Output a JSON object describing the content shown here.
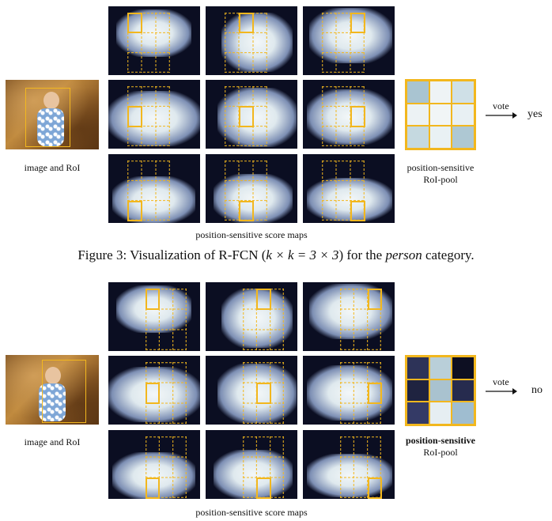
{
  "figure_top": {
    "image_label": "image and RoI",
    "maps_label": "position-sensitive score maps",
    "pool_label_line1": "position-sensitive",
    "pool_label_line2": "RoI-pool",
    "vote_label": "vote",
    "result": "yes",
    "pool_colors": [
      "#a9c4d1",
      "#eef3f5",
      "#cfe0e7",
      "#ecf2f4",
      "#f1f5f6",
      "#e8f0f3",
      "#c5d9e0",
      "#e9f1f4",
      "#aec8d3"
    ]
  },
  "caption": {
    "prefix": "Figure 3: Visualization of R-FCN (",
    "math": "k × k = 3 × 3",
    "middle": ") for the ",
    "emph": "person",
    "suffix": " category."
  },
  "figure_bottom": {
    "image_label": "image and RoI",
    "maps_label": "position-sensitive score maps",
    "pool_label_line1": "position-sensitive",
    "pool_label_line2": "RoI-pool",
    "vote_label": "vote",
    "result": "no",
    "pool_colors": [
      "#2d3358",
      "#b9cfd9",
      "#0d0f22",
      "#1f2340",
      "#a9c2cf",
      "#262b4e",
      "#343a66",
      "#e6eef2",
      "#9fbdd0"
    ]
  },
  "colors": {
    "roi": "#f2b71e",
    "map_bg": "#0b0e22"
  }
}
